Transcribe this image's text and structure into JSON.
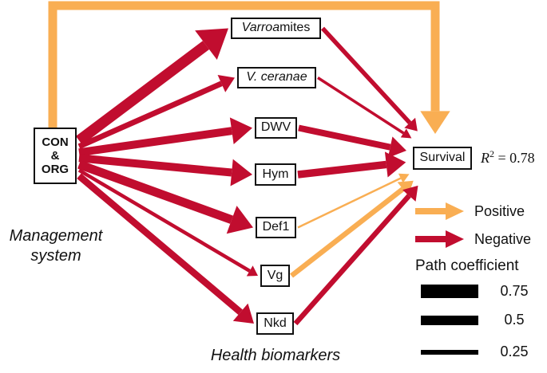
{
  "colors": {
    "positive": "#F9AE53",
    "negative": "#C10D2F",
    "ink": "#111111"
  },
  "nodes": {
    "con_org": {
      "lines": [
        "CON",
        "&",
        "ORG"
      ]
    },
    "varroa": {
      "italic_part": "Varroa",
      "regular_part": " mites"
    },
    "v_ceranae": {
      "label": "V. ceranae"
    },
    "dwv": {
      "label": "DWV"
    },
    "hym": {
      "label": "Hym"
    },
    "def1": {
      "label": "Def1"
    },
    "vg": {
      "label": "Vg"
    },
    "nkd": {
      "label": "Nkd"
    },
    "survival": {
      "label": "Survival"
    }
  },
  "annotations": {
    "r_squared": {
      "symbol": "R",
      "sup": "2",
      "rest": " = 0.78"
    },
    "management_label": [
      "Management",
      "system"
    ],
    "health_label": "Health biomarkers"
  },
  "legend": {
    "positive_label": "Positive",
    "negative_label": "Negative",
    "coefficient_title": "Path coefficient",
    "scale": [
      {
        "value": "0.75"
      },
      {
        "value": "0.5"
      },
      {
        "value": "0.25"
      }
    ]
  },
  "edges": [
    {
      "from": "con_org",
      "to": "survival",
      "sign": "positive",
      "route": "over_top",
      "width": 11,
      "approx_coefficient": 0.45
    },
    {
      "from": "con_org",
      "to": "varroa",
      "sign": "negative",
      "width": 13.5,
      "approx_coefficient": 0.6
    },
    {
      "from": "con_org",
      "to": "v_ceranae",
      "sign": "negative",
      "width": 7,
      "approx_coefficient": 0.3
    },
    {
      "from": "con_org",
      "to": "dwv",
      "sign": "negative",
      "width": 10,
      "approx_coefficient": 0.4
    },
    {
      "from": "con_org",
      "to": "hym",
      "sign": "negative",
      "width": 10,
      "approx_coefficient": 0.4
    },
    {
      "from": "con_org",
      "to": "def1",
      "sign": "negative",
      "width": 11,
      "approx_coefficient": 0.45
    },
    {
      "from": "con_org",
      "to": "vg",
      "sign": "negative",
      "width": 4.5,
      "approx_coefficient": 0.2
    },
    {
      "from": "con_org",
      "to": "nkd",
      "sign": "negative",
      "width": 8.5,
      "approx_coefficient": 0.35
    },
    {
      "from": "varroa",
      "to": "survival",
      "sign": "negative",
      "width": 5.5,
      "approx_coefficient": 0.25
    },
    {
      "from": "v_ceranae",
      "to": "survival",
      "sign": "negative",
      "width": 3.5,
      "approx_coefficient": 0.15
    },
    {
      "from": "dwv",
      "to": "survival",
      "sign": "negative",
      "width": 8,
      "approx_coefficient": 0.35
    },
    {
      "from": "hym",
      "to": "survival",
      "sign": "negative",
      "width": 9.5,
      "approx_coefficient": 0.4
    },
    {
      "from": "def1",
      "to": "survival",
      "sign": "positive",
      "width": 2.5,
      "approx_coefficient": 0.1
    },
    {
      "from": "vg",
      "to": "survival",
      "sign": "positive",
      "width": 6.5,
      "approx_coefficient": 0.3
    },
    {
      "from": "nkd",
      "to": "survival",
      "sign": "negative",
      "width": 6.5,
      "approx_coefficient": 0.3
    }
  ]
}
